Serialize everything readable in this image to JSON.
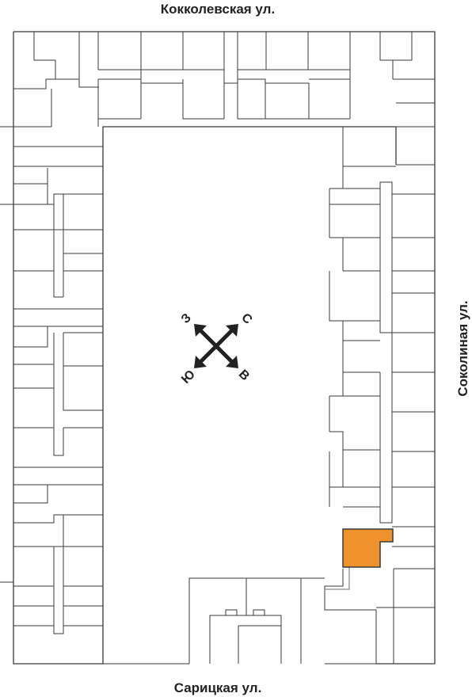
{
  "streets": {
    "north": "Кокколевская ул.",
    "east": "Соколиная ул.",
    "south": "Сарицкая ул."
  },
  "compass": {
    "north": "С",
    "east": "В",
    "south": "Ю",
    "west": "З"
  },
  "colors": {
    "walls": "#3a3a3a",
    "selected_unit": "#f0922b",
    "background": "#ffffff"
  }
}
